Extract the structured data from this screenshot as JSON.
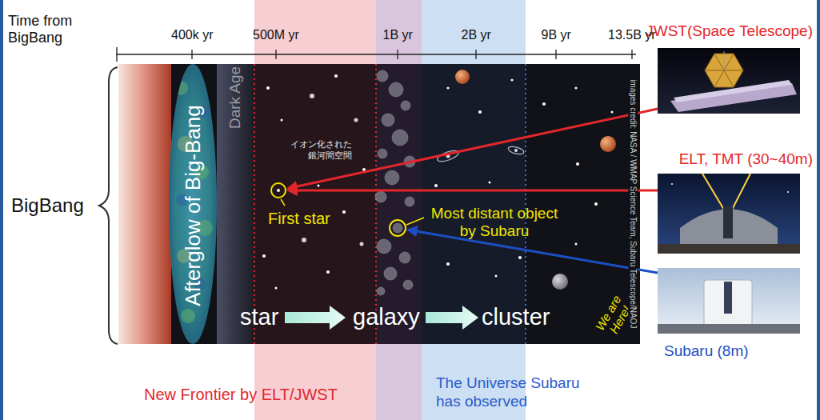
{
  "diagram": {
    "nodes": [
      {
        "text": [
          "JWST(Space Telescope)"
        ]
      },
      {
        "text": [
          "ELT, TMT (30~40m)"
        ]
      },
      {
        "text": [
          "Subaru (8m)"
        ]
      },
      {
        "text": [
          "First star"
        ]
      },
      {
        "text": [
          "Most distant object by Subaru"
        ]
      }
    ],
    "edges": [
      {
        "from": 0,
        "to": 3,
        "arrow": "to"
      },
      {
        "from": 1,
        "to": 3,
        "arrow": "to"
      },
      {
        "from": 2,
        "to": 4,
        "arrow": "to"
      }
    ],
    "labels": [
      "Time from BigBang",
      "400k yr",
      "500M yr",
      "1B yr",
      "2B yr",
      "9B yr",
      "13.5B yr",
      "BigBang",
      "Afterglow of Big-Bang",
      "Dark Age",
      "イオン化された 銀河間空間",
      "star",
      "galaxy",
      "cluster",
      "We are Here!",
      "images credit: NASA / WMAP Science Team, Subaru Telescope/NAOJ",
      "New Frontier by ELT/JWST",
      "The Universe Subaru has observed"
    ]
  }
}
